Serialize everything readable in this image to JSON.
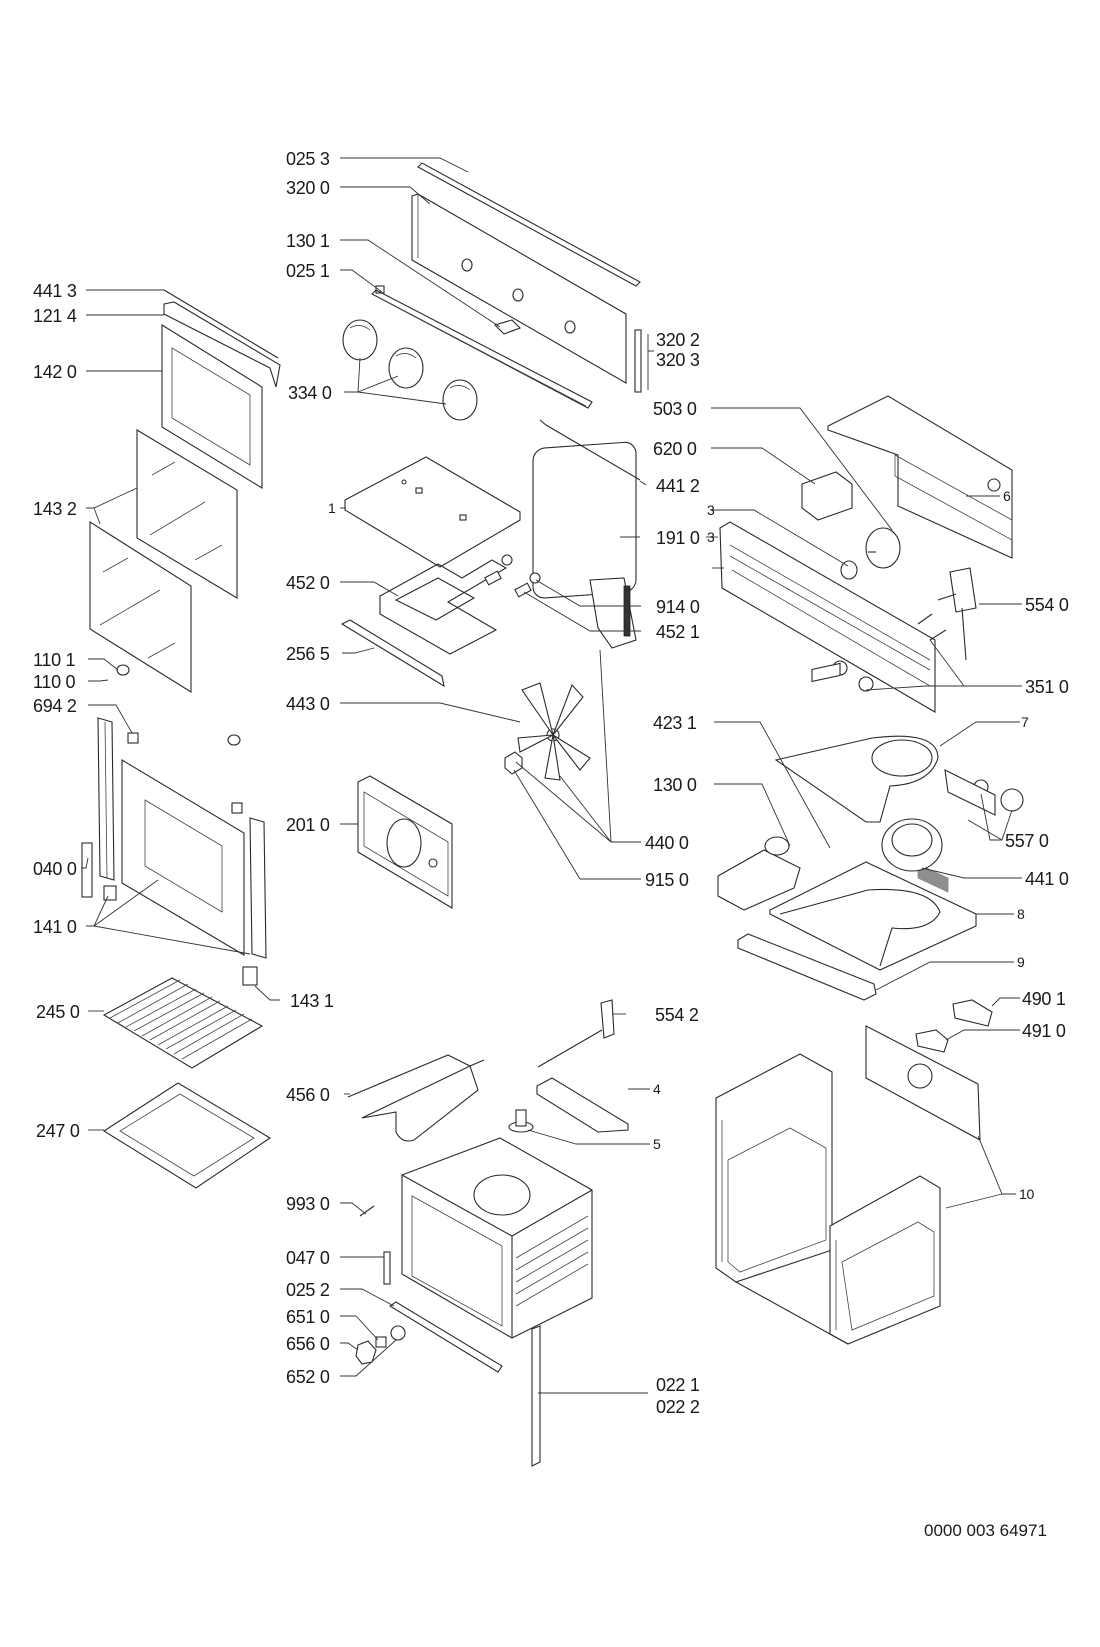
{
  "diagram": {
    "type": "exploded-parts-view",
    "subject": "built-in oven",
    "footer_code": "0000 003 64971",
    "labels": [
      {
        "id": "l0253",
        "text": "025 3"
      },
      {
        "id": "l3200",
        "text": "320 0"
      },
      {
        "id": "l1301",
        "text": "130 1"
      },
      {
        "id": "l0251",
        "text": "025 1"
      },
      {
        "id": "l4413",
        "text": "441 3"
      },
      {
        "id": "l1214",
        "text": "121 4"
      },
      {
        "id": "l1420",
        "text": "142 0"
      },
      {
        "id": "l3340",
        "text": "334 0"
      },
      {
        "id": "l3202",
        "text": "320 2"
      },
      {
        "id": "l3203",
        "text": "320 3"
      },
      {
        "id": "l5030",
        "text": "503 0"
      },
      {
        "id": "l6200",
        "text": "620 0"
      },
      {
        "id": "l4412",
        "text": "441 2"
      },
      {
        "id": "l1432",
        "text": "143 2"
      },
      {
        "id": "l1",
        "text": "1"
      },
      {
        "id": "l3a",
        "text": "3"
      },
      {
        "id": "l3b",
        "text": "3"
      },
      {
        "id": "l6",
        "text": "6"
      },
      {
        "id": "l1910",
        "text": "191 0"
      },
      {
        "id": "l4520",
        "text": "452 0"
      },
      {
        "id": "l9140",
        "text": "914 0"
      },
      {
        "id": "l5540",
        "text": "554 0"
      },
      {
        "id": "l4521",
        "text": "452 1"
      },
      {
        "id": "l2565",
        "text": "256 5"
      },
      {
        "id": "l1101",
        "text": "110 1"
      },
      {
        "id": "l1100",
        "text": "110 0"
      },
      {
        "id": "l3510",
        "text": "351 0"
      },
      {
        "id": "l6942",
        "text": "694 2"
      },
      {
        "id": "l4430",
        "text": "443 0"
      },
      {
        "id": "l7",
        "text": "7"
      },
      {
        "id": "l4231",
        "text": "423 1"
      },
      {
        "id": "l2010",
        "text": "201 0"
      },
      {
        "id": "l1300",
        "text": "130 0"
      },
      {
        "id": "l5570",
        "text": "557 0"
      },
      {
        "id": "l4400",
        "text": "440 0"
      },
      {
        "id": "l0400",
        "text": "040 0"
      },
      {
        "id": "l4410",
        "text": "441 0"
      },
      {
        "id": "l9150",
        "text": "915 0"
      },
      {
        "id": "l1410",
        "text": "141 0"
      },
      {
        "id": "l8",
        "text": "8"
      },
      {
        "id": "l9",
        "text": "9"
      },
      {
        "id": "l2450",
        "text": "245 0"
      },
      {
        "id": "l1431",
        "text": "143 1"
      },
      {
        "id": "l5542",
        "text": "554 2"
      },
      {
        "id": "l4901",
        "text": "490 1"
      },
      {
        "id": "l4910",
        "text": "491 0"
      },
      {
        "id": "l4560",
        "text": "456 0"
      },
      {
        "id": "l4",
        "text": "4"
      },
      {
        "id": "l2470",
        "text": "247 0"
      },
      {
        "id": "l5",
        "text": "5"
      },
      {
        "id": "l10",
        "text": "10"
      },
      {
        "id": "l9930",
        "text": "993 0"
      },
      {
        "id": "l0470",
        "text": "047 0"
      },
      {
        "id": "l0252",
        "text": "025 2"
      },
      {
        "id": "l6510",
        "text": "651 0"
      },
      {
        "id": "l6560",
        "text": "656 0"
      },
      {
        "id": "l6520",
        "text": "652 0"
      },
      {
        "id": "l0221",
        "text": "022 1"
      },
      {
        "id": "l0222",
        "text": "022 2"
      }
    ]
  }
}
